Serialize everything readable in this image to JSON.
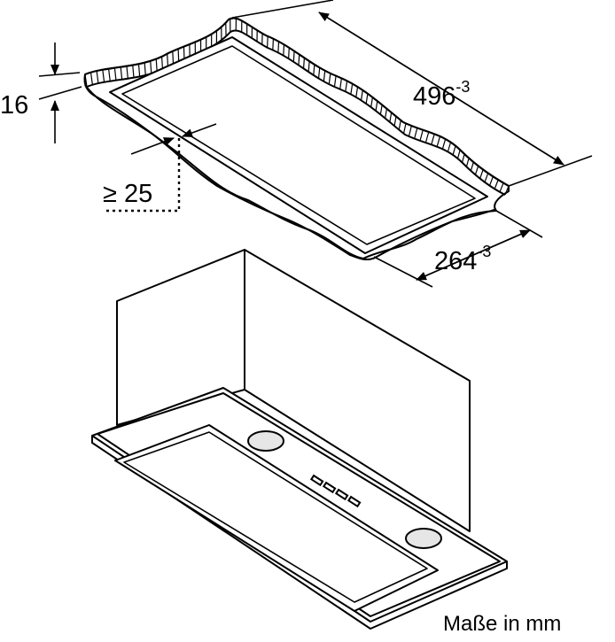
{
  "dimensions": {
    "thickness": "16",
    "length": "496",
    "length_tolerance": "-3",
    "width": "264",
    "width_tolerance": "-3",
    "min_edge": "≥ 25"
  },
  "units_note": "Maße in mm",
  "colors": {
    "line": "#000000",
    "background": "#ffffff",
    "hood_fill": "#ffffff",
    "light_fill": "#e6e6e6"
  }
}
